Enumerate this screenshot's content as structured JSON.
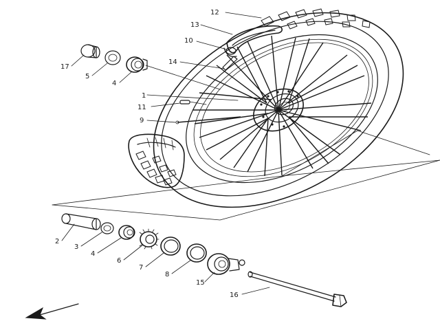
{
  "diagram": {
    "callouts": [
      {
        "id": "c12",
        "text": "12"
      },
      {
        "id": "c13",
        "text": "13"
      },
      {
        "id": "c10",
        "text": "10"
      },
      {
        "id": "c14",
        "text": "14"
      },
      {
        "id": "c17",
        "text": "17"
      },
      {
        "id": "c5a",
        "text": "5"
      },
      {
        "id": "c4a",
        "text": "4"
      },
      {
        "id": "c1",
        "text": "1"
      },
      {
        "id": "c11",
        "text": "11"
      },
      {
        "id": "c9",
        "text": "9"
      },
      {
        "id": "c2",
        "text": "2"
      },
      {
        "id": "c3",
        "text": "3"
      },
      {
        "id": "c4b",
        "text": "4"
      },
      {
        "id": "c6",
        "text": "6"
      },
      {
        "id": "c7",
        "text": "7"
      },
      {
        "id": "c8",
        "text": "8"
      },
      {
        "id": "c15",
        "text": "15"
      },
      {
        "id": "c16",
        "text": "16"
      }
    ]
  }
}
